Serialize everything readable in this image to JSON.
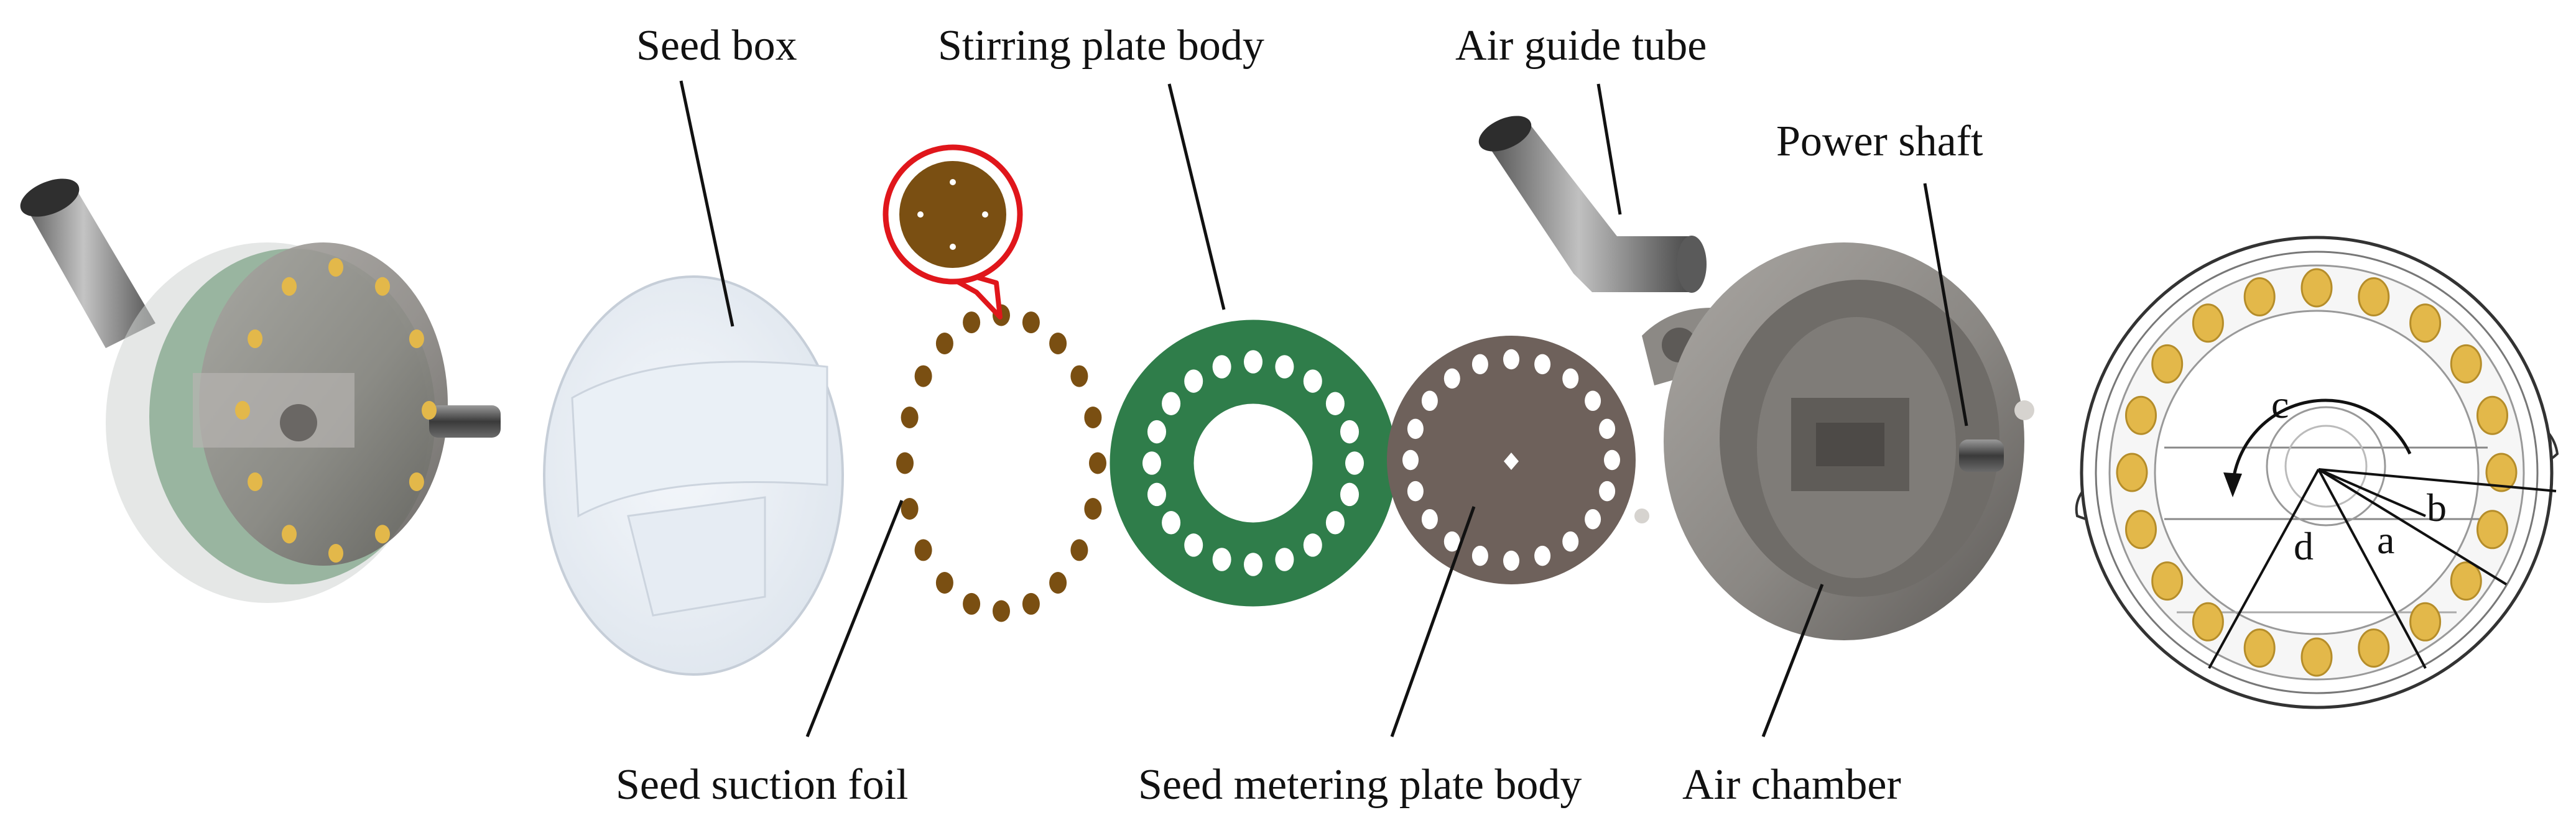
{
  "labels": {
    "seed_box": "Seed box",
    "stirring_plate_body": "Stirring plate body",
    "air_guide_tube": "Air guide tube",
    "power_shaft": "Power shaft",
    "seed_suction_foil": "Seed suction foil",
    "seed_metering_plate_body": "Seed metering plate body",
    "air_chamber": "Air chamber"
  },
  "angle_letters": {
    "a": "a",
    "b": "b",
    "c": "c",
    "d": "d"
  },
  "components": {
    "suction_foil_holes": 20,
    "stirring_plate_holes": 20,
    "metering_plate_holes": 20,
    "section_view_holes": 20
  },
  "colors": {
    "foil_brown": "#7a4f12",
    "stirring_green": "#2f7d4a",
    "metering_gray": "#6e615b",
    "housing_gray": "#8d8a86",
    "callout_red": "#e0161b",
    "seed_gold": "#e3b84a",
    "leader_line": "#111111"
  }
}
